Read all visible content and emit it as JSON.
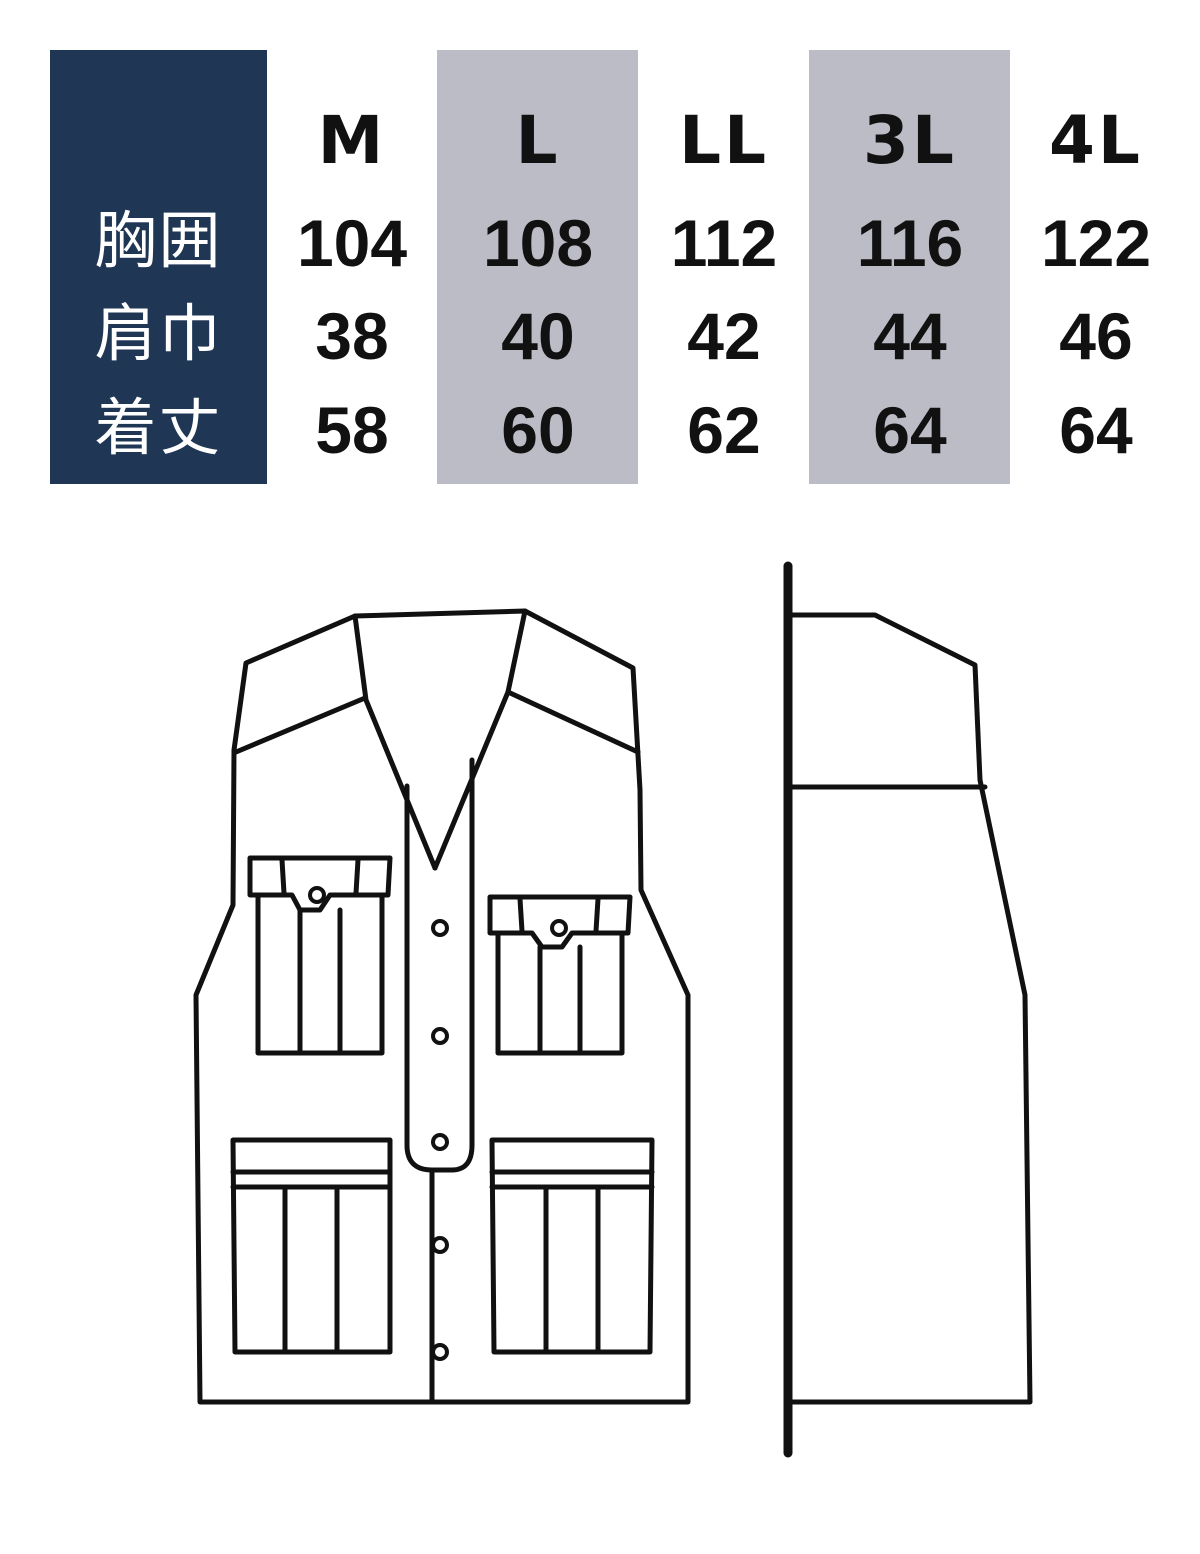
{
  "colors": {
    "label_panel": "#1f3655",
    "band_gray": "#bcbcc6",
    "text": "#111111",
    "label_text": "#ffffff",
    "line": "#111111"
  },
  "size_table": {
    "sizes": [
      "M",
      "L",
      "LL",
      "3L",
      "4L"
    ],
    "rows": [
      {
        "label": "胸囲",
        "values": [
          "104",
          "108",
          "112",
          "116",
          "122"
        ]
      },
      {
        "label": "肩巾",
        "values": [
          "38",
          "40",
          "42",
          "44",
          "46"
        ]
      },
      {
        "label": "着丈",
        "values": [
          "58",
          "60",
          "62",
          "64",
          "64"
        ]
      }
    ]
  },
  "garment": {
    "front_view": "vest-front-icon",
    "side_view": "vest-side-icon"
  }
}
